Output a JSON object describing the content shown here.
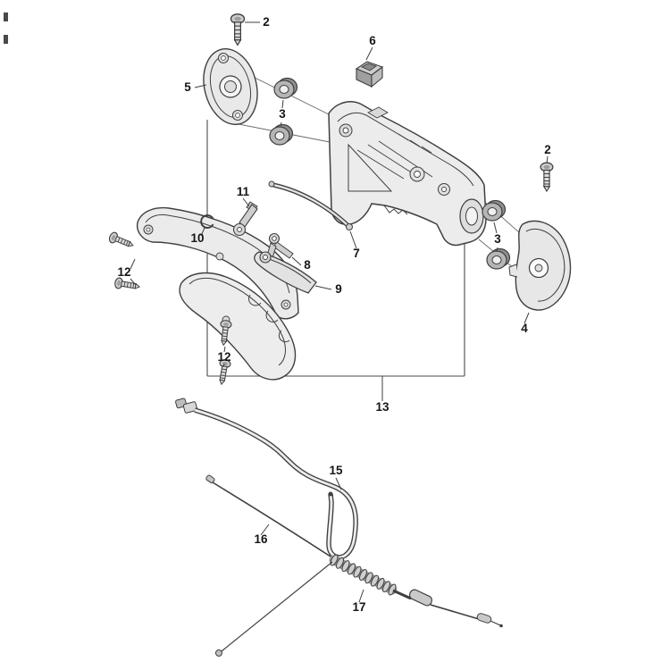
{
  "figure": {
    "kind": "exploded-parts-diagram",
    "background": "#ffffff",
    "ink_color": "#3f3f3f",
    "label_color": "#161616",
    "fill_light": "#ececec",
    "fill_mid": "#cfcfcf",
    "fill_dark": "#8e8e8e"
  },
  "callouts": [
    {
      "text": "2"
    },
    {
      "text": "5"
    },
    {
      "text": "3"
    },
    {
      "text": "6"
    },
    {
      "text": "2"
    },
    {
      "text": "3"
    },
    {
      "text": "4"
    },
    {
      "text": "11"
    },
    {
      "text": "10"
    },
    {
      "text": "7"
    },
    {
      "text": "8"
    },
    {
      "text": "9"
    },
    {
      "text": "12"
    },
    {
      "text": "12"
    },
    {
      "text": "13"
    },
    {
      "text": "15"
    },
    {
      "text": "16"
    },
    {
      "text": "17"
    }
  ]
}
